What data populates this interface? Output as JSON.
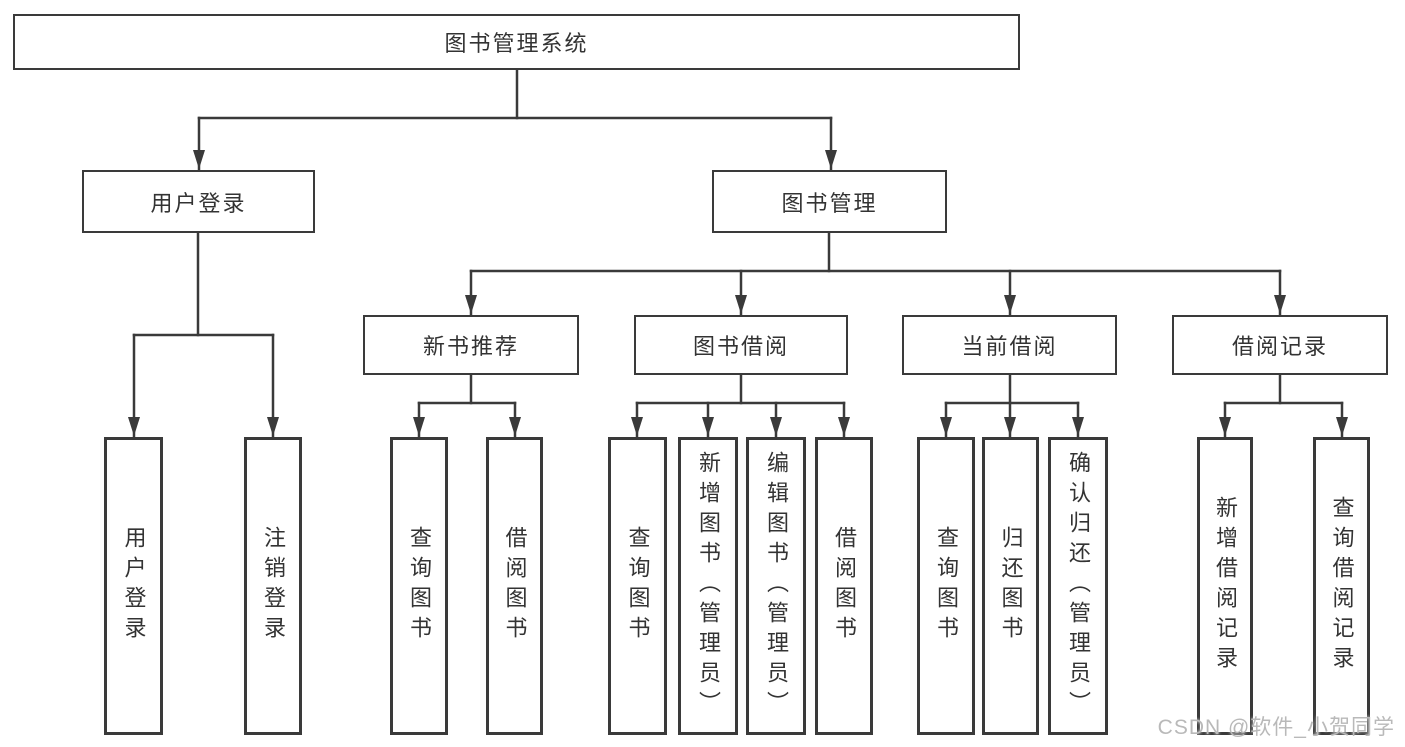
{
  "diagram": {
    "root": "图书管理系统",
    "nodes": {
      "user_login": "用户登录",
      "book_management": "图书管理",
      "new_book_recommend": "新书推荐",
      "book_borrow": "图书借阅",
      "current_borrow": "当前借阅",
      "borrow_records": "借阅记录"
    },
    "leaves": {
      "user_login": [
        "用户登录",
        "注销登录"
      ],
      "new_book_recommend": [
        "查询图书",
        "借阅图书"
      ],
      "book_borrow": [
        "查询图书",
        "新增图书（管理员）",
        "编辑图书（管理员）",
        "借阅图书"
      ],
      "current_borrow": [
        "查询图书",
        "归还图书",
        "确认归还（管理员）"
      ],
      "borrow_records": [
        "新增借阅记录",
        "查询借阅记录"
      ]
    },
    "colors": {
      "line": "#3a3a3a",
      "text": "#333333",
      "watermark": "#b9b9b9",
      "background": "#ffffff"
    },
    "watermark": "CSDN @软件_小贺同学"
  }
}
